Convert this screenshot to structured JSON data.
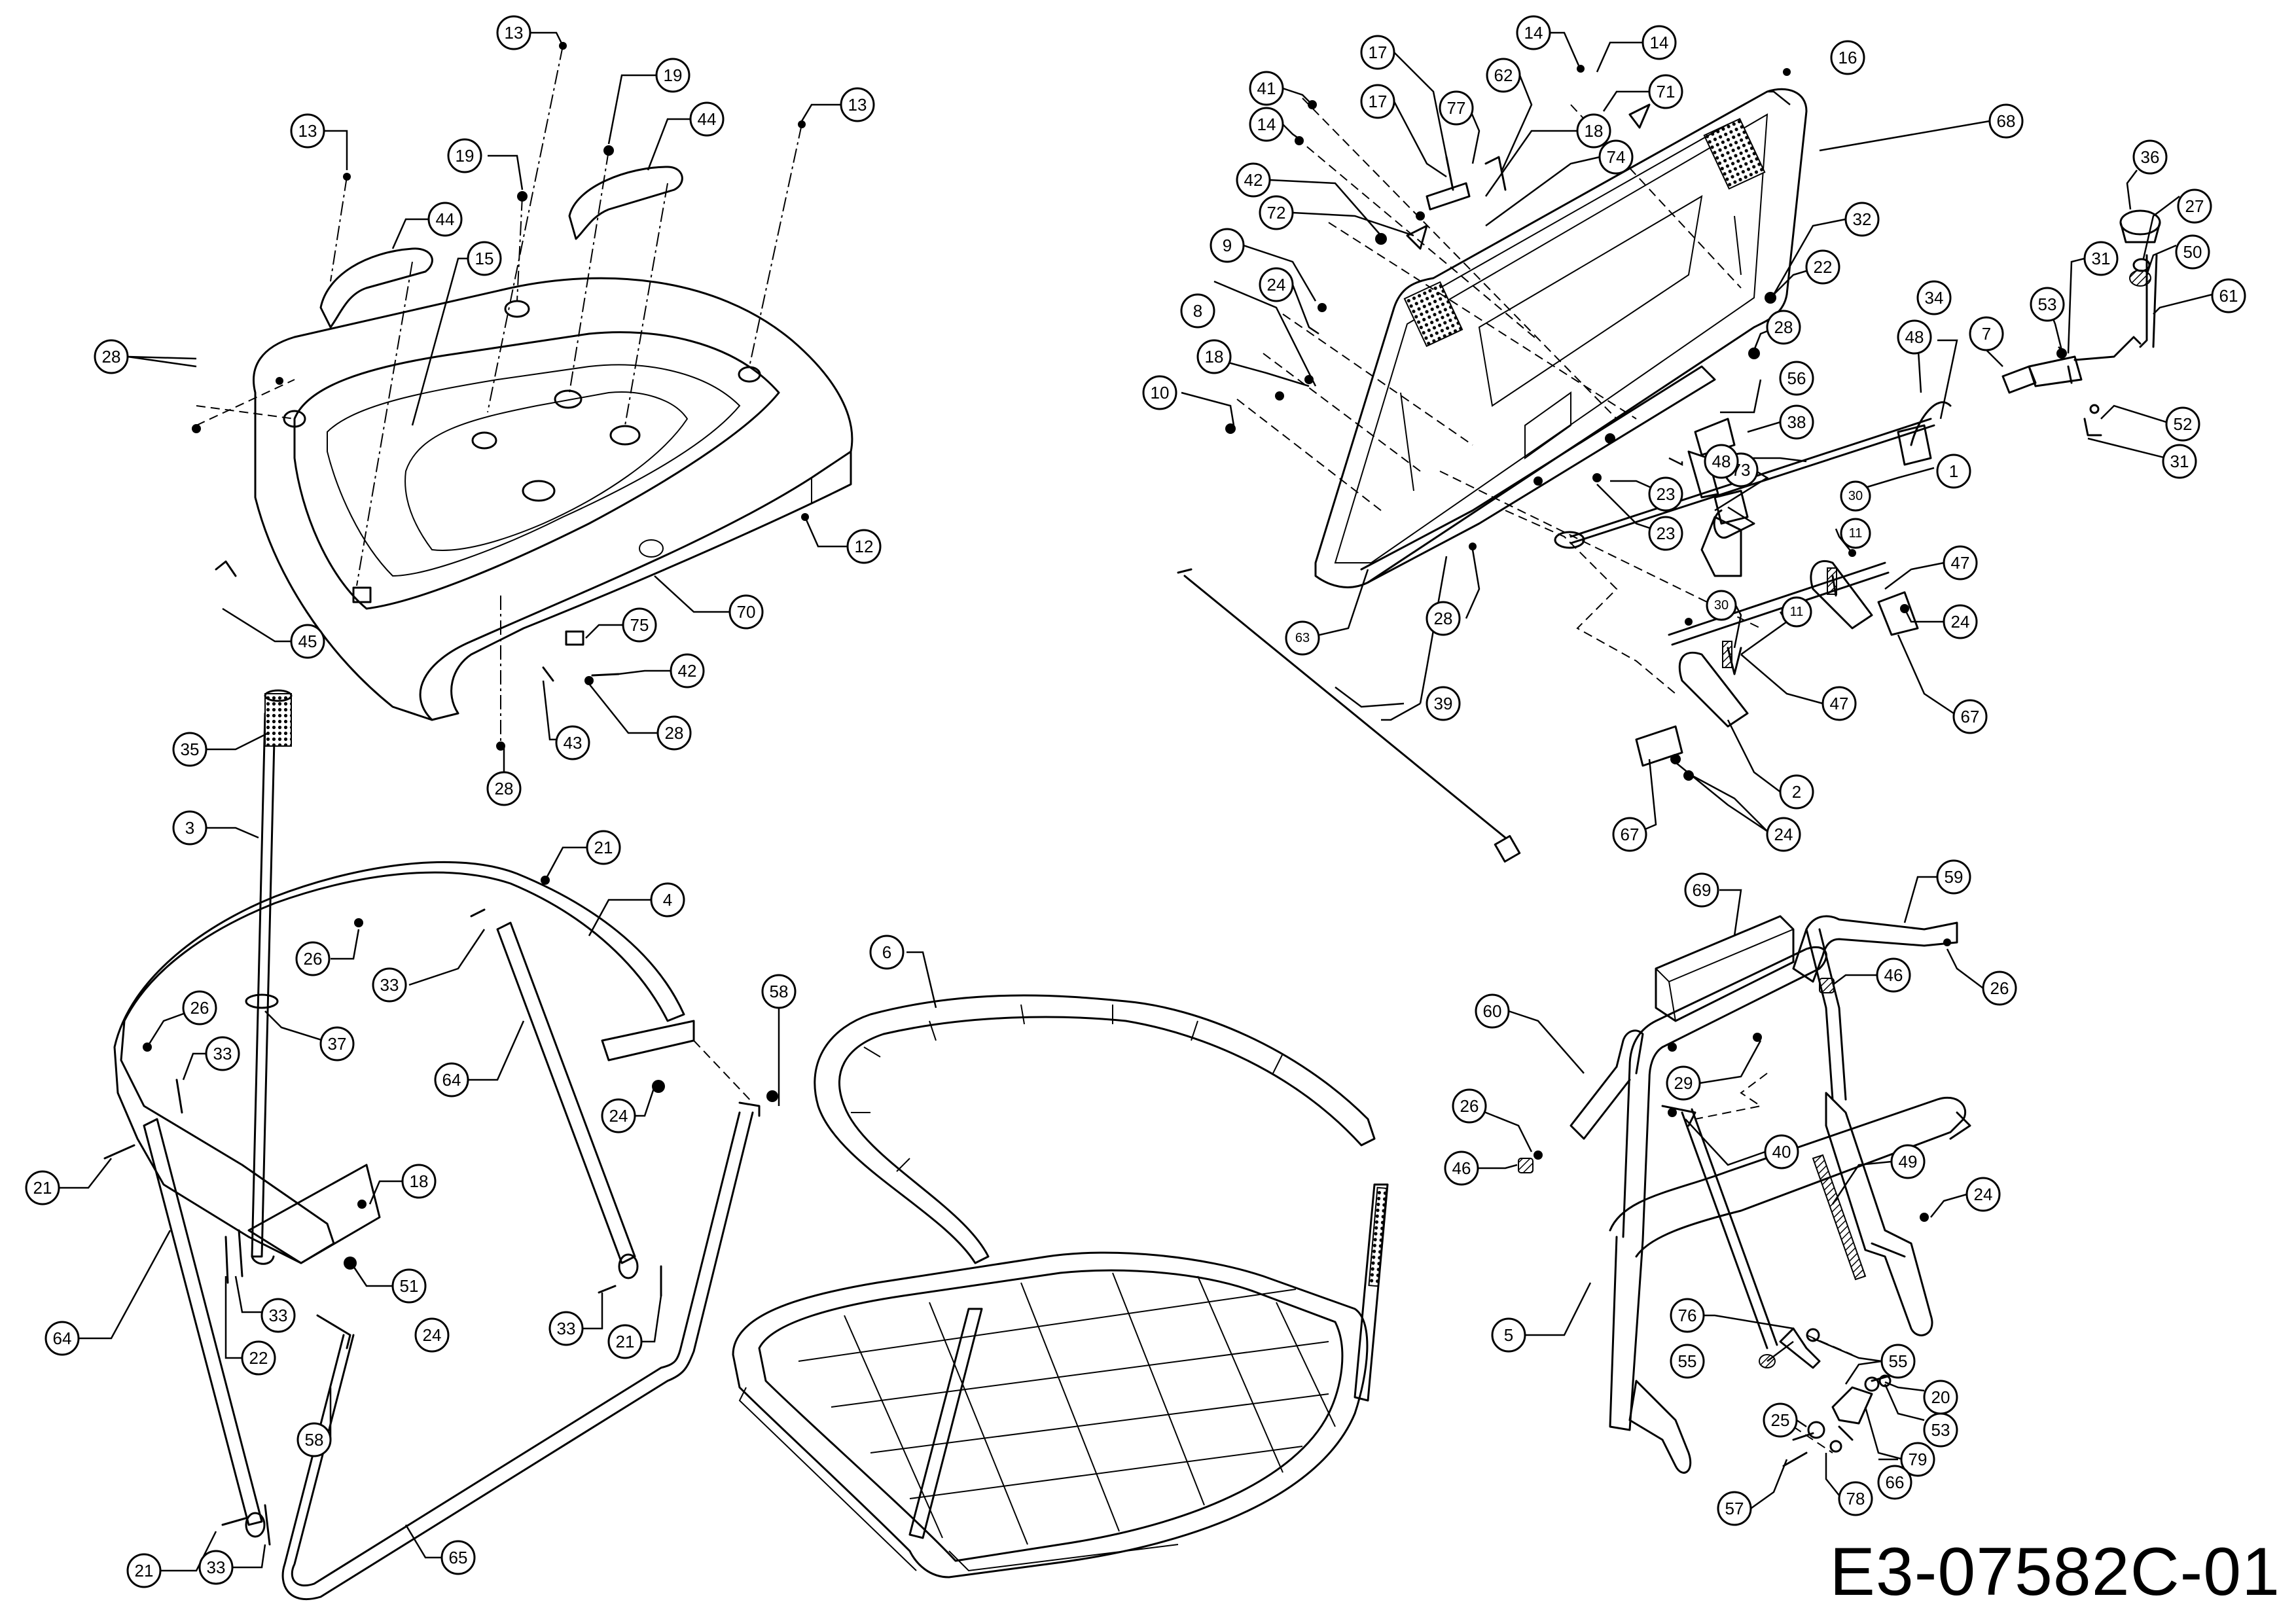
{
  "drawing_number": "E3-07582C-01",
  "callouts": [
    "1",
    "2",
    "3",
    "4",
    "5",
    "6",
    "7",
    "8",
    "9",
    "10",
    "11",
    "12",
    "13",
    "14",
    "15",
    "16",
    "17",
    "18",
    "19",
    "20",
    "21",
    "22",
    "23",
    "24",
    "25",
    "26",
    "27",
    "28",
    "29",
    "30",
    "31",
    "32",
    "33",
    "34",
    "35",
    "36",
    "37",
    "38",
    "39",
    "40",
    "41",
    "42",
    "43",
    "44",
    "45",
    "46",
    "47",
    "48",
    "49",
    "50",
    "51",
    "52",
    "53",
    "55",
    "56",
    "57",
    "58",
    "59",
    "60",
    "61",
    "62",
    "63",
    "65",
    "64",
    "66",
    "67",
    "68",
    "69",
    "70",
    "71",
    "72",
    "73",
    "74",
    "75",
    "76",
    "77",
    "78",
    "79"
  ]
}
